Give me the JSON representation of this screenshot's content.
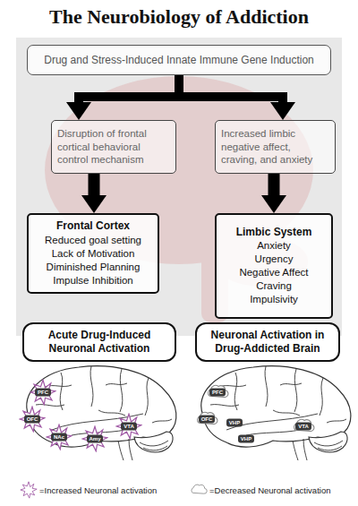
{
  "diagram": {
    "title": "The Neurobiology of Addiction",
    "nodes": [
      {
        "text": [
          "Drug and Stress-Induced Innate Immune Gene Induction"
        ]
      },
      {
        "text": [
          "Disruption of frontal cortical behavioral control mechanism"
        ]
      },
      {
        "text": [
          "Increased limbic negative affect, craving, and anxiety"
        ]
      },
      {
        "text": [
          "Frontal Cortex",
          "Reduced goal setting",
          "Lack of Motivation",
          "Diminished Planning",
          "Impulse Inhibition"
        ]
      },
      {
        "text": [
          "Limbic System",
          "Anxiety",
          "Urgency",
          "Negative Affect",
          "Craving",
          "Impulsivity"
        ]
      },
      {
        "text": [
          "Acute Drug-Induced Neuronal Activation"
        ]
      },
      {
        "text": [
          "Neuronal Activation in Drug-Addicted Brain"
        ]
      }
    ],
    "edges": [
      {
        "from": 0,
        "to": 1,
        "arrow": "to"
      },
      {
        "from": 0,
        "to": 2,
        "arrow": "to"
      },
      {
        "from": 1,
        "to": 3,
        "arrow": "to"
      },
      {
        "from": 2,
        "to": 4,
        "arrow": "to"
      }
    ],
    "labels": [
      "PFC",
      "OFC",
      "NAc",
      "Amy",
      "VTA",
      "PFC",
      "OFC",
      "VHP",
      "VHP",
      "VTA"
    ],
    "legend": [
      {
        "text": "=Increased Neuronal activation"
      },
      {
        "text": "=Decreased Neuronal activation"
      }
    ]
  }
}
